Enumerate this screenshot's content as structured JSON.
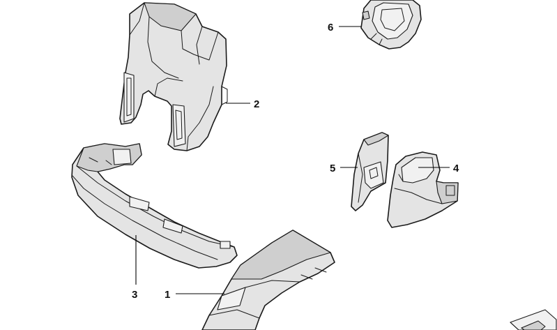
{
  "callouts": [
    {
      "id": "1",
      "label": "1"
    },
    {
      "id": "2",
      "label": "2"
    },
    {
      "id": "3",
      "label": "3"
    },
    {
      "id": "4",
      "label": "4"
    },
    {
      "id": "5",
      "label": "5"
    },
    {
      "id": "6",
      "label": "6"
    }
  ],
  "colors": {
    "part_fill": "#e4e4e4",
    "part_shade": "#cfcfcf",
    "outline": "#1a1a1a",
    "background": "#ffffff"
  }
}
